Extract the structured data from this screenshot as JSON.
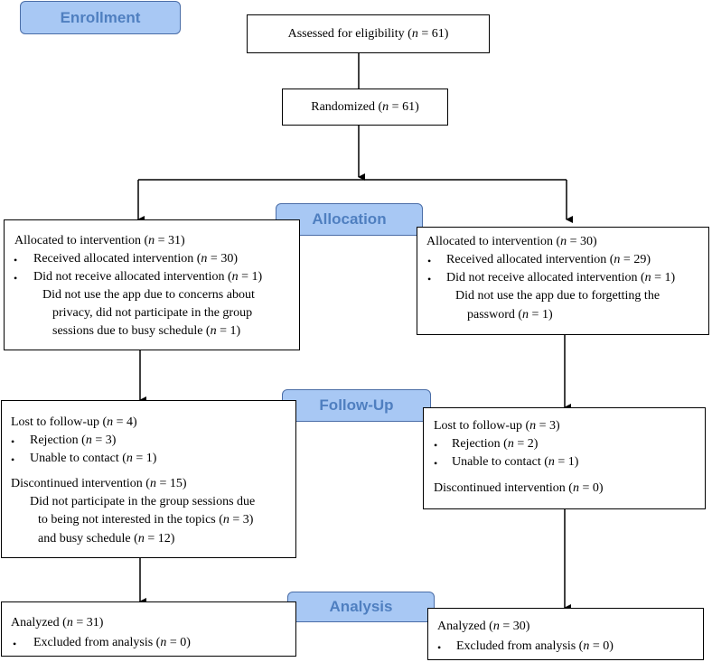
{
  "stages": {
    "enrollment": "Enrollment",
    "allocation": "Allocation",
    "follow_up": "Follow-Up",
    "analysis": "Analysis"
  },
  "enrollment": {
    "assessed": {
      "prefix": "Assessed for eligibility (",
      "n": "n",
      "suffix": " = 61)"
    },
    "randomized": {
      "prefix": "Randomized (",
      "n": "n",
      "suffix": " = 61)"
    }
  },
  "left": {
    "allocation": {
      "title": {
        "prefix": "Allocated to intervention (",
        "n": "n",
        "suffix": " = 31)"
      },
      "received": {
        "prefix": "Received allocated intervention (",
        "n": "n",
        "suffix": " = 30)"
      },
      "not_received": {
        "prefix": "Did not receive allocated intervention (",
        "n": "n",
        "suffix": " = 1)"
      },
      "reason_1": "Did not use the app due to concerns about",
      "reason_2": "privacy, did not participate in the group",
      "reason_3": {
        "prefix": "sessions due to busy schedule (",
        "n": "n",
        "suffix": " = 1)"
      }
    },
    "follow_up": {
      "lost": {
        "prefix": "Lost to follow-up (",
        "n": "n",
        "suffix": " = 4)"
      },
      "rejection": {
        "prefix": "Rejection (",
        "n": "n",
        "suffix": " = 3)"
      },
      "unable": {
        "prefix": "Unable to contact (",
        "n": "n",
        "suffix": " = 1)"
      },
      "discontinued": {
        "prefix": "Discontinued intervention (",
        "n": "n",
        "suffix": " = 15)"
      },
      "reason_1": "Did not participate in the group sessions due",
      "reason_2": {
        "prefix": "to being not interested in the topics (",
        "n": "n",
        "suffix": " = 3)"
      },
      "reason_3": {
        "prefix": "and busy schedule (",
        "n": "n",
        "suffix": " = 12)"
      }
    },
    "analysis": {
      "analyzed": {
        "prefix": "Analyzed (",
        "n": "n",
        "suffix": " = 31)"
      },
      "excluded": {
        "prefix": "Excluded from analysis (",
        "n": "n",
        "suffix": " = 0)"
      }
    }
  },
  "right": {
    "allocation": {
      "title": {
        "prefix": "Allocated to intervention (",
        "n": "n",
        "suffix": " = 30)"
      },
      "received": {
        "prefix": "Received allocated intervention (",
        "n": "n",
        "suffix": " = 29)"
      },
      "not_received": {
        "prefix": "Did not receive allocated intervention (",
        "n": "n",
        "suffix": " = 1)"
      },
      "reason_1": "Did not use the app due to forgetting the",
      "reason_2": {
        "prefix": "password (",
        "n": "n",
        "suffix": " = 1)"
      }
    },
    "follow_up": {
      "lost": {
        "prefix": "Lost to follow-up (",
        "n": "n",
        "suffix": " = 3)"
      },
      "rejection": {
        "prefix": "Rejection (",
        "n": "n",
        "suffix": " = 2)"
      },
      "unable": {
        "prefix": "Unable to contact (",
        "n": "n",
        "suffix": " = 1)"
      },
      "discontinued": {
        "prefix": "Discontinued intervention (",
        "n": "n",
        "suffix": " = 0)"
      }
    },
    "analysis": {
      "analyzed": {
        "prefix": "Analyzed (",
        "n": "n",
        "suffix": " = 30)"
      },
      "excluded": {
        "prefix": "Excluded from analysis (",
        "n": "n",
        "suffix": " = 0)"
      }
    }
  },
  "bullet_glyph": "•",
  "colors": {
    "stage_fill": "#a8c8f4",
    "stage_text": "#4f7fc0",
    "stage_border": "#4a6da7",
    "line": "#000000"
  }
}
